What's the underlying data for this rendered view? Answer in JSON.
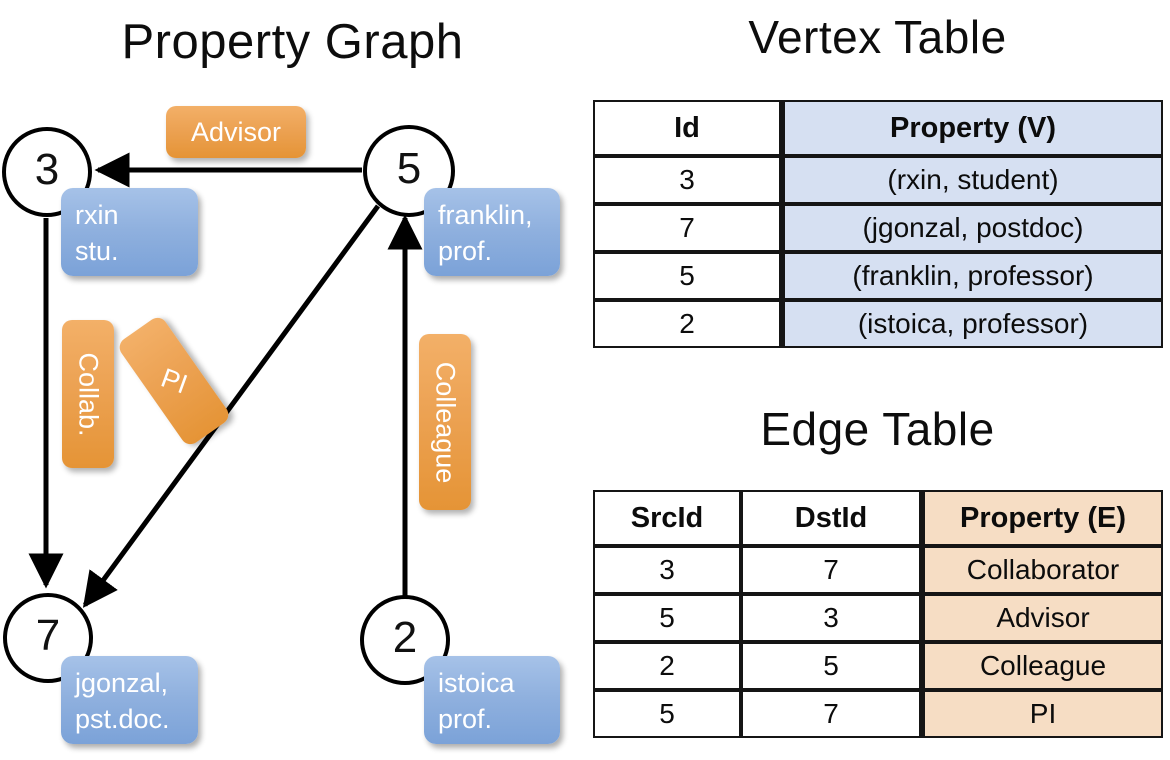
{
  "titles": {
    "property_graph": "Property Graph",
    "vertex_table": "Vertex Table",
    "edge_table": "Edge Table"
  },
  "graph": {
    "nodes": [
      {
        "id": "3",
        "property": "rxin\nstu."
      },
      {
        "id": "5",
        "property": "franklin,\nprof."
      },
      {
        "id": "7",
        "property": "jgonzal,\npst.doc."
      },
      {
        "id": "2",
        "property": "istoica\nprof."
      }
    ],
    "edge_labels": [
      {
        "name": "advisor",
        "text": "Advisor"
      },
      {
        "name": "collab",
        "text": "Collab."
      },
      {
        "name": "pi",
        "text": "PI"
      },
      {
        "name": "colleague",
        "text": "Colleague"
      }
    ]
  },
  "vertex_table": {
    "headers": [
      "Id",
      "Property (V)"
    ],
    "rows": [
      {
        "id": "3",
        "property": "(rxin, student)"
      },
      {
        "id": "7",
        "property": "(jgonzal, postdoc)"
      },
      {
        "id": "5",
        "property": "(franklin, professor)"
      },
      {
        "id": "2",
        "property": "(istoica, professor)"
      }
    ]
  },
  "edge_table": {
    "headers": [
      "SrcId",
      "DstId",
      "Property (E)"
    ],
    "rows": [
      {
        "src": "3",
        "dst": "7",
        "property": "Collaborator"
      },
      {
        "src": "5",
        "dst": "3",
        "property": "Advisor"
      },
      {
        "src": "2",
        "dst": "5",
        "property": "Colleague"
      },
      {
        "src": "5",
        "dst": "7",
        "property": "PI"
      }
    ]
  },
  "colors": {
    "vertex_fill": "#d6e0f2",
    "edge_fill": "#f6ddc4",
    "node_box": "#8fb0de",
    "edge_chip": "#eca253",
    "stroke": "#000000"
  }
}
